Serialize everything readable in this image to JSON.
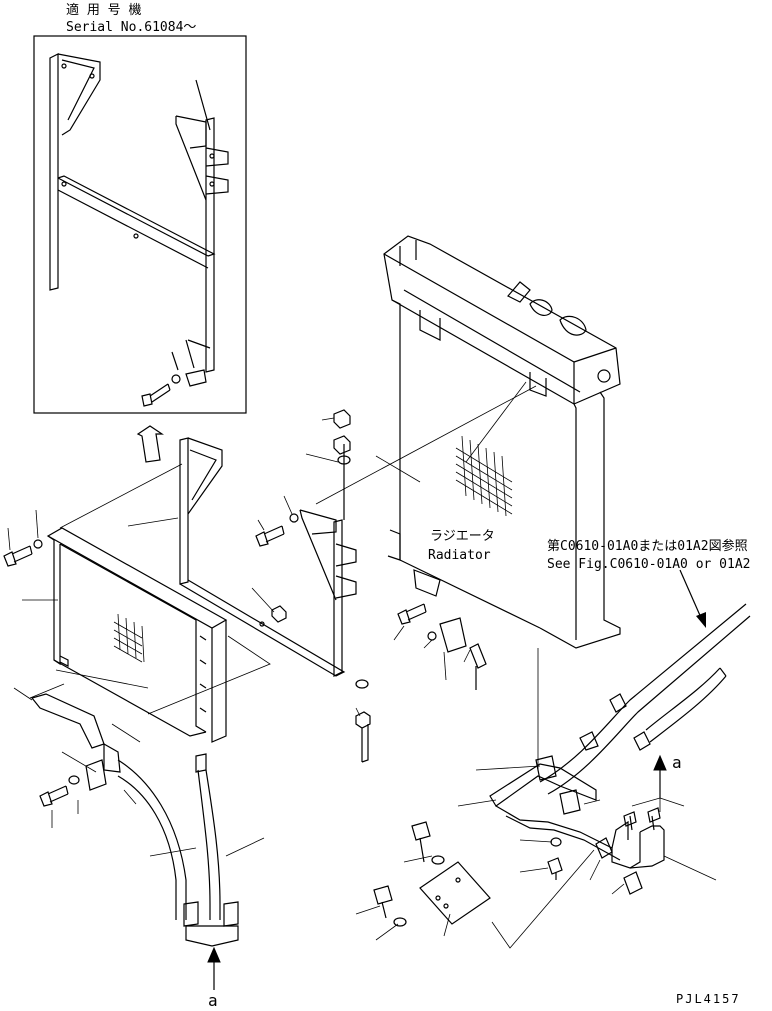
{
  "header": {
    "applicable_jp": "適 用 号 機",
    "serial": "Serial No.61084～"
  },
  "labels": {
    "radiator_jp": "ラジエータ",
    "radiator_en": "Radiator",
    "ref_jp": "第C0610-01A0または01A2図参照",
    "ref_en": "See Fig.C0610-01A0 or 01A2",
    "arrow_a_right": "a",
    "arrow_a_bottom": "a",
    "drawing_no": "PJL4157"
  }
}
